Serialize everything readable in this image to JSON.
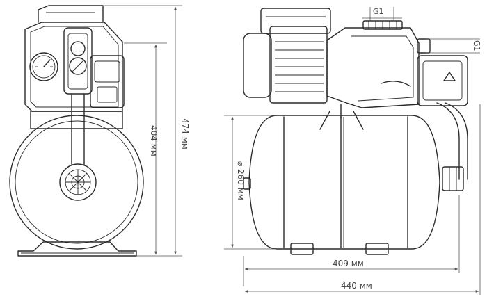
{
  "dimensions": {
    "total_height": "474 мм",
    "tank_height": "404 мм",
    "tank_diameter": "⌀ 260 мм",
    "tank_length": "409 мм",
    "total_length": "440 мм"
  },
  "threads": {
    "outlet": "G1",
    "inlet": "G1"
  }
}
